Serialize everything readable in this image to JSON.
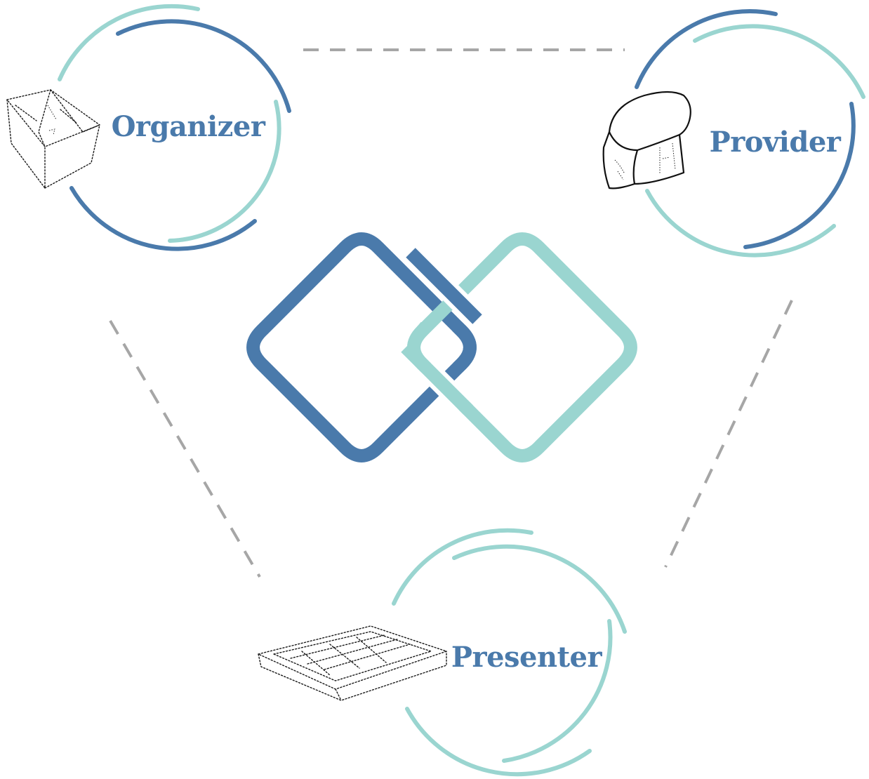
{
  "colors": {
    "primary": "#4a7aab",
    "secondary": "#9ad5d0",
    "connector": "#a6a6a6",
    "label": "#4a7aab"
  },
  "center_logo": {
    "name": "interlocked-diamonds-logo"
  },
  "nodes": {
    "organizer": {
      "label": "Organizer",
      "icon": "open-box-sketch-icon"
    },
    "provider": {
      "label": "Provider",
      "icon": "cheese-wheel-sketch-icon"
    },
    "presenter": {
      "label": "Presenter",
      "icon": "tray-sketch-icon"
    }
  }
}
